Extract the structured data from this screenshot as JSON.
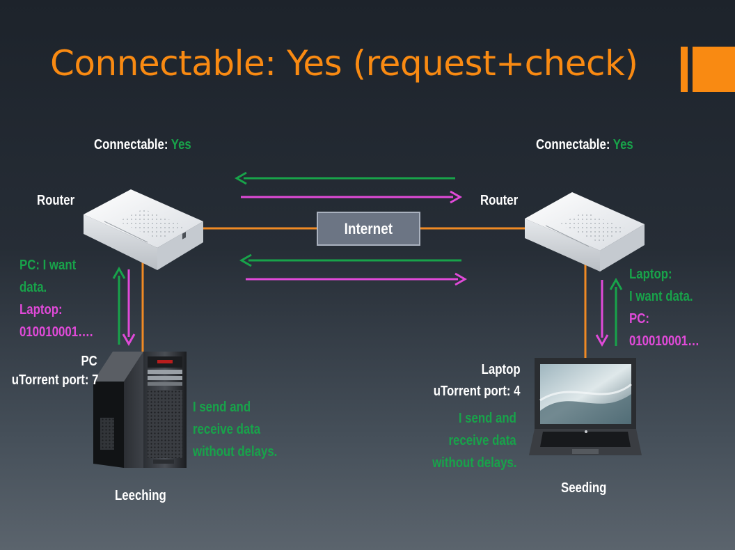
{
  "title": "Connectable: Yes (request+check)",
  "colors": {
    "title": "#f98a12",
    "accent": "#f98a12",
    "green": "#18a34a",
    "magenta": "#e14ad9",
    "cable": "#f08a24",
    "white": "#ffffff"
  },
  "icons": {
    "left_router": "router-icon",
    "right_router": "router-icon",
    "pc": "desktop-pc-icon",
    "laptop": "laptop-icon",
    "internet": "internet-box"
  },
  "left": {
    "connectable_label": "Connectable:",
    "connectable_value": "Yes",
    "router_label": "Router",
    "request_text_1": "PC: I want",
    "request_text_2": "data.",
    "response_text_1": "Laptop:",
    "response_text_2": "010010001….",
    "device_name": "PC",
    "device_port": "uTorrent port: 7",
    "status_1": "I send and",
    "status_2": "receive data",
    "status_3": "without delays.",
    "role": "Leeching"
  },
  "right": {
    "connectable_label": "Connectable:",
    "connectable_value": "Yes",
    "router_label": "Router",
    "request_text_1": "Laptop:",
    "request_text_2": "I want data.",
    "response_text_1": "PC:",
    "response_text_2": "010010001…",
    "device_name": "Laptop",
    "device_port": "uTorrent port: 4",
    "status_1": "I send and",
    "status_2": "receive data",
    "status_3": "without delays.",
    "role": "Seeding"
  },
  "internet_label": "Internet"
}
